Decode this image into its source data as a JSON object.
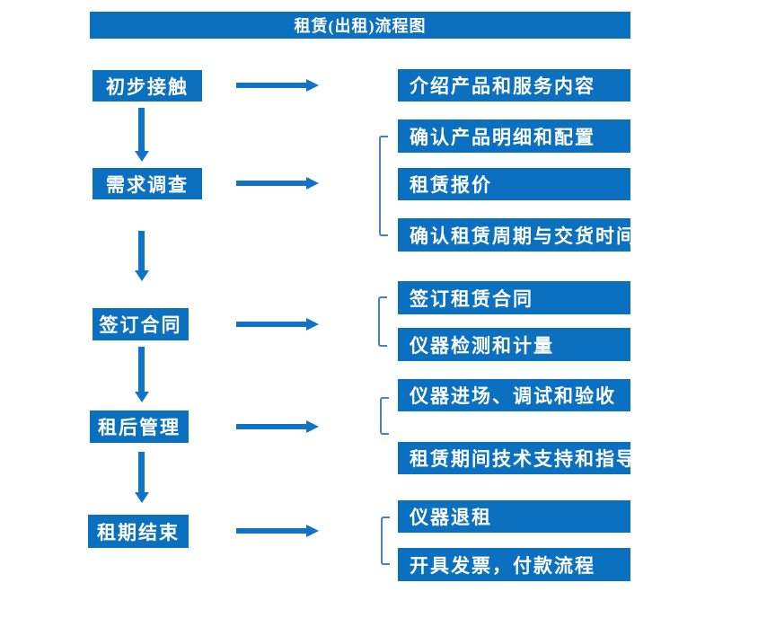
{
  "title": "租赁(出租)流程图",
  "colors": {
    "box_blue": "#0b70c0",
    "arrow_blue": "#1173c6",
    "bracket_blue": "#4a80c0",
    "text_white": "#ffffff"
  },
  "steps": [
    {
      "label": "初步接触",
      "details": [
        "介绍产品和服务内容"
      ]
    },
    {
      "label": "需求调查",
      "details": [
        "确认产品明细和配置",
        "租赁报价",
        "确认租赁周期与交货时间"
      ]
    },
    {
      "label": "签订合同",
      "details": [
        "签订租赁合同",
        "仪器检测和计量"
      ]
    },
    {
      "label": "租后管理",
      "details": [
        "仪器进场、调试和验收",
        "租赁期间技术支持和指导"
      ]
    },
    {
      "label": "租期结束",
      "details": [
        "仪器退租",
        "开具发票，付款流程"
      ]
    }
  ]
}
